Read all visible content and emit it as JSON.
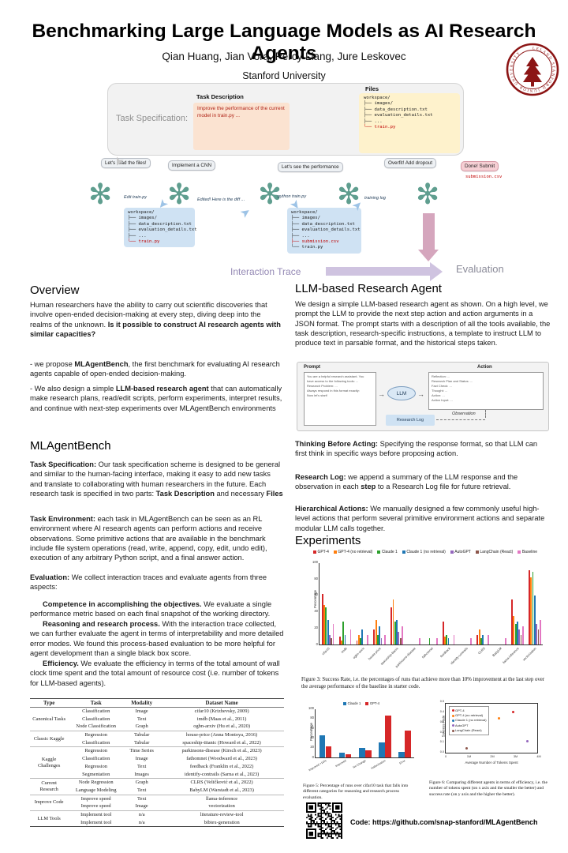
{
  "colors": {
    "stanford_red": "#8c1515",
    "openai_green": "#5f9e8f",
    "file_tree_blue": "#cfe2f3",
    "files_yellow": "#fef2cc",
    "task_orange": "#fbe3d1",
    "interaction_purple": "#cfc3e0",
    "evaluation_pink": "#d5a6bd",
    "highlight_red": "#c00000"
  },
  "header": {
    "title": "Benchmarking Large Language Models as AI Research Agents",
    "authors": "Qian Huang, Jian Vora, Percy Liang, Jure Leskovec",
    "affiliation": "Stanford University",
    "seal_text": "LELAND STANFORD JUNIOR UNIVERSITY"
  },
  "top_diagram": {
    "task_spec_label": "Task Specification:",
    "task_description_title": "Task Description",
    "task_description_text": "Improve the performance of the current model in train.py ...",
    "files_title": "Files",
    "files_tree": {
      "lines": [
        "workspace/",
        "├── images/",
        "├── data_description.txt",
        "├── evaluation_details.txt",
        "├── ...",
        "└── train.py"
      ],
      "hl": [
        5
      ]
    },
    "bubbles": [
      "Let's read the files!",
      "Implement a CNN",
      "Let's see the performance",
      "Overfit! Add dropout",
      "Done! Submit"
    ],
    "submission_label": "submission.csv",
    "workspace_tree_1": {
      "lines": [
        "workspace/",
        "├── images/",
        "├── data_description.txt",
        "├── evaluation_details.txt",
        "├── ...",
        "└── train.py"
      ],
      "hl": [
        5
      ]
    },
    "workspace_tree_2": {
      "lines": [
        "workspace/",
        "├── images/",
        "├── data_description.txt",
        "├── evaluation_details.txt",
        "├── ...",
        "├── submission.csv",
        "└── train.py"
      ],
      "hl": [
        5
      ]
    },
    "arrow_labels": [
      "Edit train.py",
      "Edited! Here is the diff ...",
      "python train.py",
      "training log"
    ],
    "interaction_trace_label": "Interaction Trace",
    "evaluation_label": "Evaluation"
  },
  "overview": {
    "heading": "Overview",
    "p1": {
      "a": "Human researchers have the ability to carry out scientific discoveries that involve open-ended decision-making at every step, diving deep into the realms of the unknown. ",
      "b": "Is it possible to construct AI research agents with similar capacities?"
    },
    "p2": {
      "a": "- we propose ",
      "b": "MLAgentBench",
      "c": ", the first benchmark for evaluating AI research agents capable of open-ended decision-making."
    },
    "p3": {
      "a": "- We also design a simple ",
      "b": "LLM-based research agent",
      "c": " that can automatically make research plans, read/edit scripts, perform experiments, interpret results, and continue with next-step experiments over MLAgentBench environments"
    }
  },
  "mlagentbench": {
    "heading": "MLAgentBench",
    "ts": {
      "b1": "Task Specification:",
      "t1": " Our task specification scheme is designed to be general and similar to the human-facing interface, making it easy to add new tasks and translate to collaborating with human researchers in the future. Each research task is specified in two parts: ",
      "b2": "Task Description",
      "t2": " and necessary ",
      "b3": "Files"
    },
    "te": {
      "b": "Task Environment:",
      "t": " each task in MLAgentBench can be seen as an RL environment where AI research agents can perform actions and receive observations. Some primitive actions that are available in the benchmark include file system operations (read, write, append, copy, edit, undo edit), execution of any arbitrary Python script, and a final answer action."
    },
    "ev": {
      "b": "Evaluation:",
      "t": " We collect interaction traces and evaluate agents from three aspects:"
    },
    "ev1": {
      "b": "Competence in accomplishing the objectives.",
      "t": " We evaluate a single performance metric based on each final snapshot of the working directory."
    },
    "ev2": {
      "b": "Reasoning and research process.",
      "t": " With the interaction trace collected, we can further evaluate the agent in terms of interpretability and more detailed error modes. We found this process-based evaluation to be more helpful for agent development than a single black box score."
    },
    "ev3": {
      "b": "Efficiency.",
      "t": " We evaluate the efficiency in terms of the total amount of wall clock time spent and the total amount of resource cost (i.e. number of tokens for LLM-based agents)."
    }
  },
  "table": {
    "headers": [
      "Type",
      "Task",
      "Modality",
      "Dataset Name"
    ],
    "groups": [
      {
        "type": "Canonical Tasks",
        "rows": [
          [
            "Classification",
            "Image",
            "cifar10 (Krizhevsky, 2009)"
          ],
          [
            "Classification",
            "Text",
            "imdb (Maas et al., 2011)"
          ],
          [
            "Node Classification",
            "Graph",
            "ogbn-arxiv (Hu et al., 2020)"
          ]
        ]
      },
      {
        "type": "Classic Kaggle",
        "rows": [
          [
            "Regression",
            "Tabular",
            "house-price (Anna Montoya, 2016)"
          ],
          [
            "Classification",
            "Tabular",
            "spaceship-titanic (Howard et al., 2022)"
          ]
        ]
      },
      {
        "type": "Kaggle Challenges",
        "rows": [
          [
            "Regression",
            "Time Series",
            "parkinsons-disease (Kirsch et al., 2023)"
          ],
          [
            "Classification",
            "Image",
            "fathomnet (Woodward et al., 2023)"
          ],
          [
            "Regression",
            "Text",
            "feedback (Franklin et al., 2022)"
          ],
          [
            "Segmentation",
            "Images",
            "identify-contrails (Sarna et al., 2023)"
          ]
        ]
      },
      {
        "type": "Current Research",
        "rows": [
          [
            "Node Regression",
            "Graph",
            "CLRS (Veličković et al., 2022)"
          ],
          [
            "Language Modeling",
            "Text",
            "BabyLM (Warstadt et al., 2023)"
          ]
        ]
      },
      {
        "type": "Improve Code",
        "rows": [
          [
            "Improve speed",
            "Text",
            "llama-inference"
          ],
          [
            "Improve speed",
            "Image",
            "vectorization"
          ]
        ]
      },
      {
        "type": "LLM Tools",
        "rows": [
          [
            "Implement tool",
            "n/a",
            "literature-review-tool"
          ],
          [
            "Implement tool",
            "n/a",
            "bibtex-generation"
          ]
        ]
      }
    ]
  },
  "agent": {
    "heading": "LLM-based Research Agent",
    "intro": "We design a simple LLM-based research agent as shown. On a high level, we prompt the LLM to provide the next step action and action arguments in a JSON format. The prompt starts with a description of all the tools available, the task description, research-specific instructions, a template to instruct LLM to produce text in parsable format, and the historical steps taken.",
    "diagram": {
      "prompt_label": "Prompt",
      "llm_label": "LLM",
      "action_label": "Action",
      "observation_label": "Observation",
      "research_log_label": "Research Log",
      "prompt_lines": [
        "You are a helpful research assistant. You",
        "have access to the following tools: ...",
        "Research Problem: ...",
        "Always respond in this format exactly:",
        "Now let's start!"
      ],
      "action_lines": [
        "Reflection: ...",
        "Research Plan and Status: ...",
        "Fact Check: ...",
        "Thought: ...",
        "Action: ...",
        "Action Input: ..."
      ]
    },
    "tba": {
      "b": "Thinking Before Acting:",
      "t": " Specifying the response format, so that LLM can first think in specific ways before proposing action."
    },
    "rl": {
      "b1": "Research Log:",
      "t1": " we append a summary of the LLM response and the observation in each ",
      "b2": "step",
      "t2": " to a Research Log file for future retrieval."
    },
    "ha": {
      "b": "Hierarchical Actions:",
      "t": " We manually designed a few commonly useful high-level actions that perform several primitive environment actions and separate modular LLM calls together."
    }
  },
  "experiments": {
    "heading": "Experiments",
    "fig3_caption": "Figure 3: Success Rate, i.e. the percentages of runs that achieve more than 10% improvement at the last step over the average performance of the baseline in starter code.",
    "fig5_caption": "Figure 5: Percentage of runs over cifar10 task that falls into different categories for reasoning and research process evaluation.",
    "fig6_caption": "Figure 6: Comparing different agents in terms of efficiency, i.e. the number of tokens spent (on x axis and the smaller the better) and success rate (on y axis and the higher the better).",
    "code_label": "Code: https://github.com/snap-stanford/MLAgentBench"
  },
  "chart_data": [
    {
      "id": "fig3",
      "type": "bar",
      "title": "",
      "xlabel": "",
      "ylabel": "Percentage",
      "ylim": [
        0,
        100
      ],
      "yticks": [
        0,
        20,
        40,
        60,
        80,
        100
      ],
      "legend_position": "top",
      "categories": [
        "cifar10",
        "imdb",
        "ogbn-arxiv",
        "house-price",
        "spaceship-titanic",
        "parkinsons-disease",
        "fathomnet",
        "feedback",
        "identify-contrails",
        "CLRS",
        "BabyLM",
        "llama-inference",
        "vectorization"
      ],
      "series": [
        {
          "name": "GPT-4",
          "color": "#d62728",
          "values": [
            62,
            10,
            5,
            18,
            45,
            0,
            0,
            28,
            0,
            12,
            0,
            55,
            90
          ]
        },
        {
          "name": "GPT-4 (no retrieval)",
          "color": "#ff7f0e",
          "values": [
            48,
            5,
            12,
            30,
            55,
            0,
            0,
            10,
            0,
            18,
            0,
            35,
            82
          ]
        },
        {
          "name": "Claude 1",
          "color": "#2ca02c",
          "values": [
            45,
            28,
            8,
            12,
            28,
            0,
            8,
            12,
            0,
            8,
            0,
            25,
            88
          ]
        },
        {
          "name": "Claude 1 (no retrieval)",
          "color": "#1f77b4",
          "values": [
            30,
            12,
            18,
            22,
            30,
            0,
            0,
            8,
            0,
            12,
            0,
            28,
            60
          ]
        },
        {
          "name": "AutoGPT",
          "color": "#9467bd",
          "values": [
            12,
            0,
            0,
            8,
            15,
            0,
            0,
            0,
            0,
            0,
            0,
            18,
            25
          ]
        },
        {
          "name": "LangChain (React)",
          "color": "#8c564b",
          "values": [
            8,
            0,
            0,
            0,
            8,
            0,
            0,
            0,
            0,
            0,
            0,
            12,
            18
          ]
        },
        {
          "name": "Baseline",
          "color": "#e377c2",
          "values": [
            25,
            18,
            12,
            12,
            22,
            8,
            8,
            12,
            8,
            12,
            8,
            22,
            30
          ]
        }
      ]
    },
    {
      "id": "fig5",
      "type": "bar",
      "title": "",
      "xlabel": "",
      "ylabel": "Percentage",
      "ylim": [
        0,
        100
      ],
      "yticks": [
        0,
        20,
        40,
        60,
        80,
        100
      ],
      "legend_position": "top",
      "categories": [
        "Improved >10%",
        "Improved",
        "No Change",
        "Hallucination",
        "Error"
      ],
      "series": [
        {
          "name": "Claude 1",
          "color": "#1f77b4",
          "values": [
            45,
            10,
            20,
            30,
            12
          ]
        },
        {
          "name": "GPT-4",
          "color": "#d62728",
          "values": [
            22,
            6,
            14,
            85,
            55
          ]
        }
      ]
    },
    {
      "id": "fig6",
      "type": "scatter",
      "title": "",
      "xlabel": "Average Number of Tokens Spent",
      "ylabel": "Success Rate",
      "xlim": [
        0,
        4
      ],
      "ylim": [
        0,
        0.5
      ],
      "xticks": [
        [
          0,
          "0"
        ],
        [
          1,
          "1M"
        ],
        [
          2,
          "2M"
        ],
        [
          3,
          "3M"
        ],
        [
          4,
          "4M"
        ]
      ],
      "yticks": [
        [
          0,
          "0.0"
        ],
        [
          0.1,
          "0.1"
        ],
        [
          0.2,
          "0.2"
        ],
        [
          0.3,
          "0.3"
        ],
        [
          0.4,
          "0.4"
        ],
        [
          0.5,
          "0.5"
        ]
      ],
      "points": [
        {
          "name": "GPT-4",
          "color": "#d62728",
          "x": 2.9,
          "y": 0.4
        },
        {
          "name": "GPT-4 (no retrieval)",
          "color": "#ff7f0e",
          "x": 2.3,
          "y": 0.34
        },
        {
          "name": "Claude 1 (no retrieval)",
          "color": "#1f77b4",
          "x": 1.5,
          "y": 0.22
        },
        {
          "name": "AutoGPT",
          "color": "#9467bd",
          "x": 3.5,
          "y": 0.11
        },
        {
          "name": "LangChain (React)",
          "color": "#8c564b",
          "x": 0.9,
          "y": 0.04
        }
      ]
    }
  ]
}
